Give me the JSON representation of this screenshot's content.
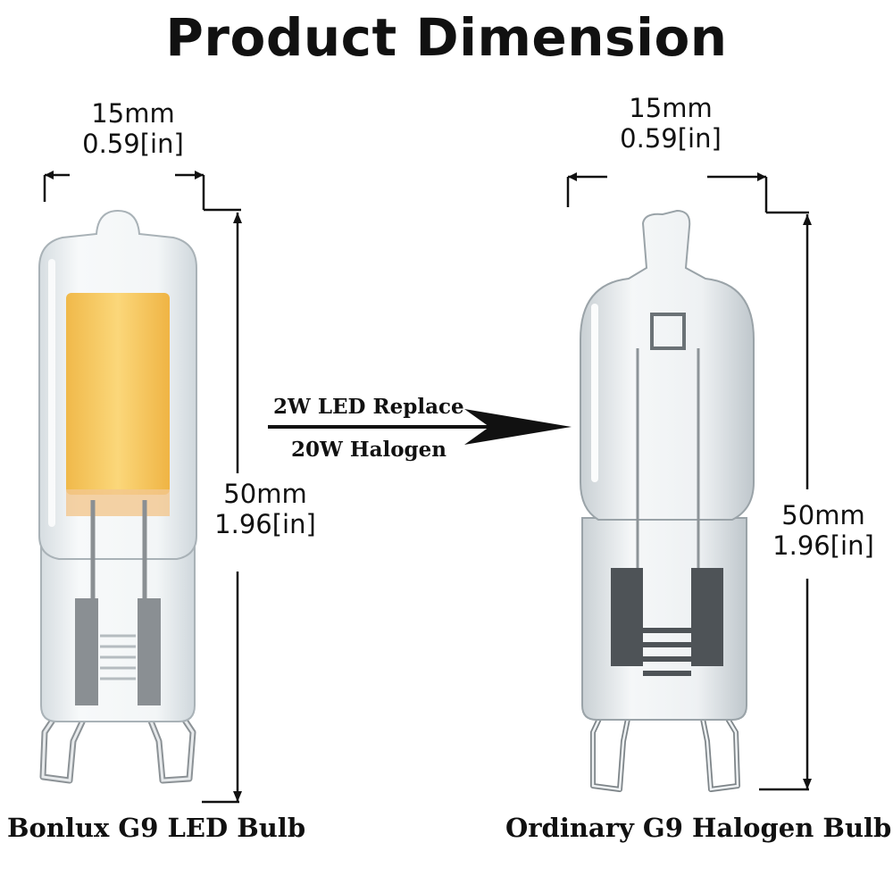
{
  "title": "Product Dimension",
  "led_bulb": {
    "width_mm": "15mm",
    "width_in": "0.59[in]",
    "height_mm": "50mm",
    "height_in": "1.96[in]",
    "caption": "Bonlux G9 LED Bulb"
  },
  "halogen_bulb": {
    "width_mm": "15mm",
    "width_in": "0.59[in]",
    "height_mm": "50mm",
    "height_in": "1.96[in]",
    "caption": "Ordinary G9 Halogen Bulb"
  },
  "replacement": {
    "line1": "2W LED Replace",
    "line2": "20W Halogen"
  },
  "colors": {
    "led_chip": "#f7c95a",
    "glass": "#eef2f4",
    "line": "#111111"
  }
}
